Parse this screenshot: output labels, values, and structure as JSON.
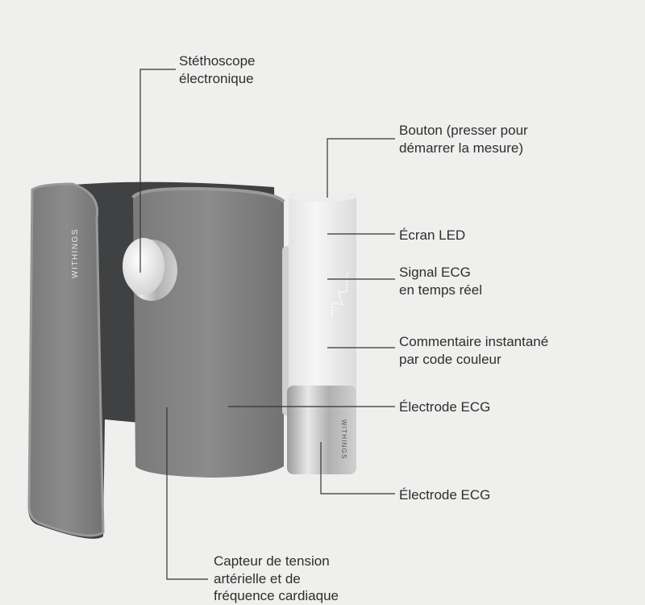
{
  "title": "Withings BPM Core",
  "brand_mark": "WITHINGS",
  "labels": {
    "stethoscope": [
      "Stéthoscope",
      "électronique"
    ],
    "button": [
      "Bouton (presser pour",
      "démarrer la mesure)"
    ],
    "led_screen": [
      "Écran LED"
    ],
    "ecg_signal": [
      "Signal ECG",
      "en temps réel"
    ],
    "feedback": [
      "Commentaire instantané",
      "par code couleur"
    ],
    "electrode_1": [
      "Électrode ECG"
    ],
    "electrode_2": [
      "Électrode ECG"
    ],
    "sensor": [
      "Capteur de tension",
      "artérielle et de",
      "fréquence cardiaque"
    ]
  }
}
